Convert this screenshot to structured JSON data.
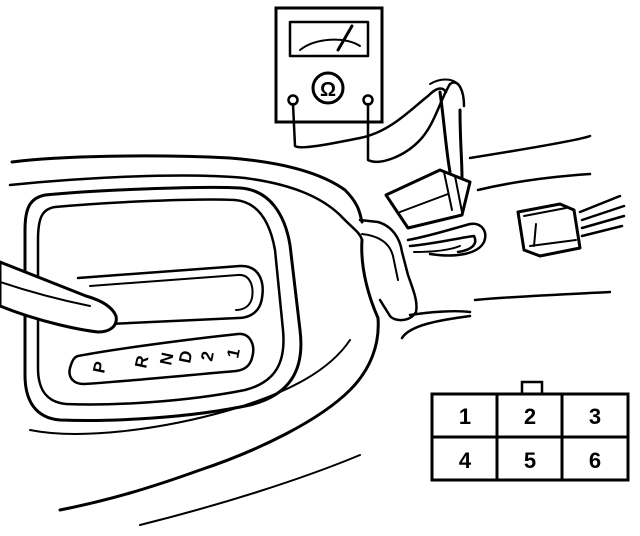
{
  "ohmmeter": {
    "symbol": "Ω"
  },
  "shifter": {
    "positions": [
      "P",
      "R",
      "N",
      "D",
      "2",
      "1"
    ]
  },
  "connector": {
    "terminals": [
      "1",
      "2",
      "3",
      "4",
      "5",
      "6"
    ]
  }
}
